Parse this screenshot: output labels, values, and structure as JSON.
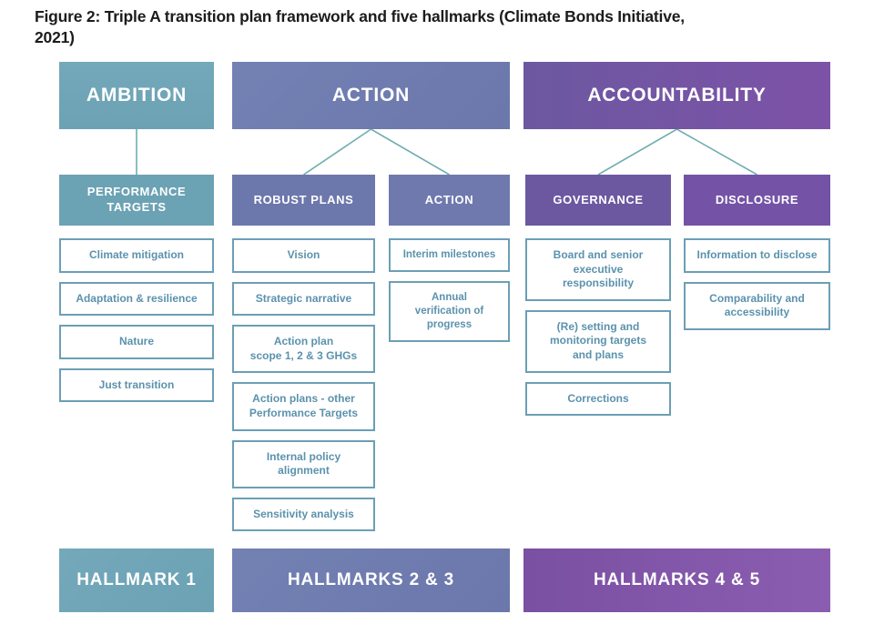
{
  "title": {
    "line1": "Figure 2: Triple A transition plan framework and five hallmarks (Climate Bonds Initiative,",
    "line2": "2021)"
  },
  "pillars": [
    {
      "header": "AMBITION",
      "hallmark": "HALLMARK 1"
    },
    {
      "header": "ACTION",
      "hallmark": "HALLMARKS 2 & 3"
    },
    {
      "header": "ACCOUNTABILITY",
      "hallmark": "HALLMARKS 4 & 5"
    }
  ],
  "columns": [
    {
      "header": "PERFORMANCE\nTARGETS",
      "items": [
        "Climate mitigation",
        "Adaptation & resilience",
        "Nature",
        "Just transition"
      ]
    },
    {
      "header": "ROBUST PLANS",
      "items": [
        "Vision",
        "Strategic narrative",
        "Action plan\nscope 1, 2 & 3 GHGs",
        "Action plans - other\nPerformance Targets",
        "Internal policy\nalignment",
        "Sensitivity analysis"
      ]
    },
    {
      "header": "ACTION",
      "items": [
        "Interim milestones",
        "Annual\nverification of\nprogress"
      ]
    },
    {
      "header": "GOVERNANCE",
      "items": [
        "Board and senior\nexecutive\nresponsibility",
        "(Re) setting and\nmonitoring targets\nand plans",
        "Corrections"
      ]
    },
    {
      "header": "DISCLOSURE",
      "items": [
        "Information to disclose",
        "Comparability and\naccessibility"
      ]
    }
  ],
  "colors": {
    "teal": "#6ba2b4",
    "teal-light": "#74a8ba",
    "slate": "#6c77ab",
    "slate-light": "#7381b3",
    "slate-light2": "#6f79ae",
    "purple": "#6c58a1",
    "purple-bright": "#7d52a7",
    "purple-mid": "#7453a6",
    "purple-deep": "#7a50a2",
    "purple-hallmark": "#8b5db1",
    "item-text": "#5b92ad",
    "item-border": "#6b9fb5",
    "connector": "#6fadb0",
    "title-text": "#1c1c1c"
  }
}
